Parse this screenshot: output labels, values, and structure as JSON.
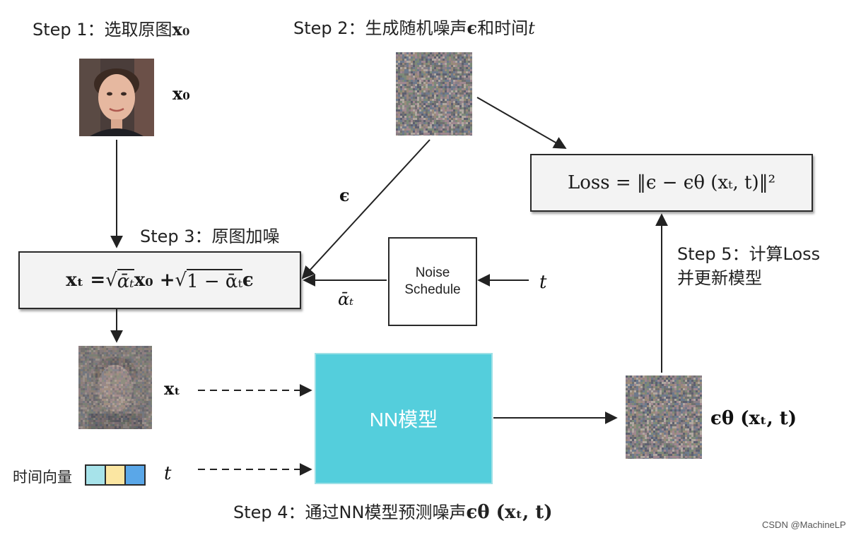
{
  "steps": {
    "s1_prefix": "Step 1：选取原图",
    "s1_math": "x₀",
    "s2_prefix": "Step 2：生成随机噪声",
    "s2_eps": "ϵ",
    "s2_mid": "和时间",
    "s2_t": "t",
    "s3": "Step 3：原图加噪",
    "s4_prefix": "Step 4：通过NN模型预测噪声",
    "s4_math": "ϵθ (xₜ, t)",
    "s5_line1": "Step 5：计算Loss",
    "s5_line2": "并更新模型"
  },
  "labels": {
    "x0": "x₀",
    "eps": "ϵ",
    "alpha_bar_t": "ᾱₜ",
    "t_right": "t",
    "xt": "xₜ",
    "t_vector": "t",
    "eps_theta": "ϵθ (xₜ, t)",
    "time_vector": "时间向量"
  },
  "equations": {
    "loss": "Loss = ‖ϵ − ϵθ (xₜ, t)‖²",
    "forward_lhs": "xₜ = ",
    "forward_a": "ᾱₜ",
    "forward_b": "x₀ + ",
    "forward_c": "1 − ᾱₜ",
    "forward_d": "ϵ"
  },
  "noise_schedule": {
    "line1": "Noise",
    "line2": "Schedule"
  },
  "nn_model": {
    "label": "NN模型"
  },
  "time_vector_colors": [
    "#a7e3ea",
    "#fbe6a2",
    "#5aa7e8"
  ],
  "watermark": "CSDN @MachineLP"
}
